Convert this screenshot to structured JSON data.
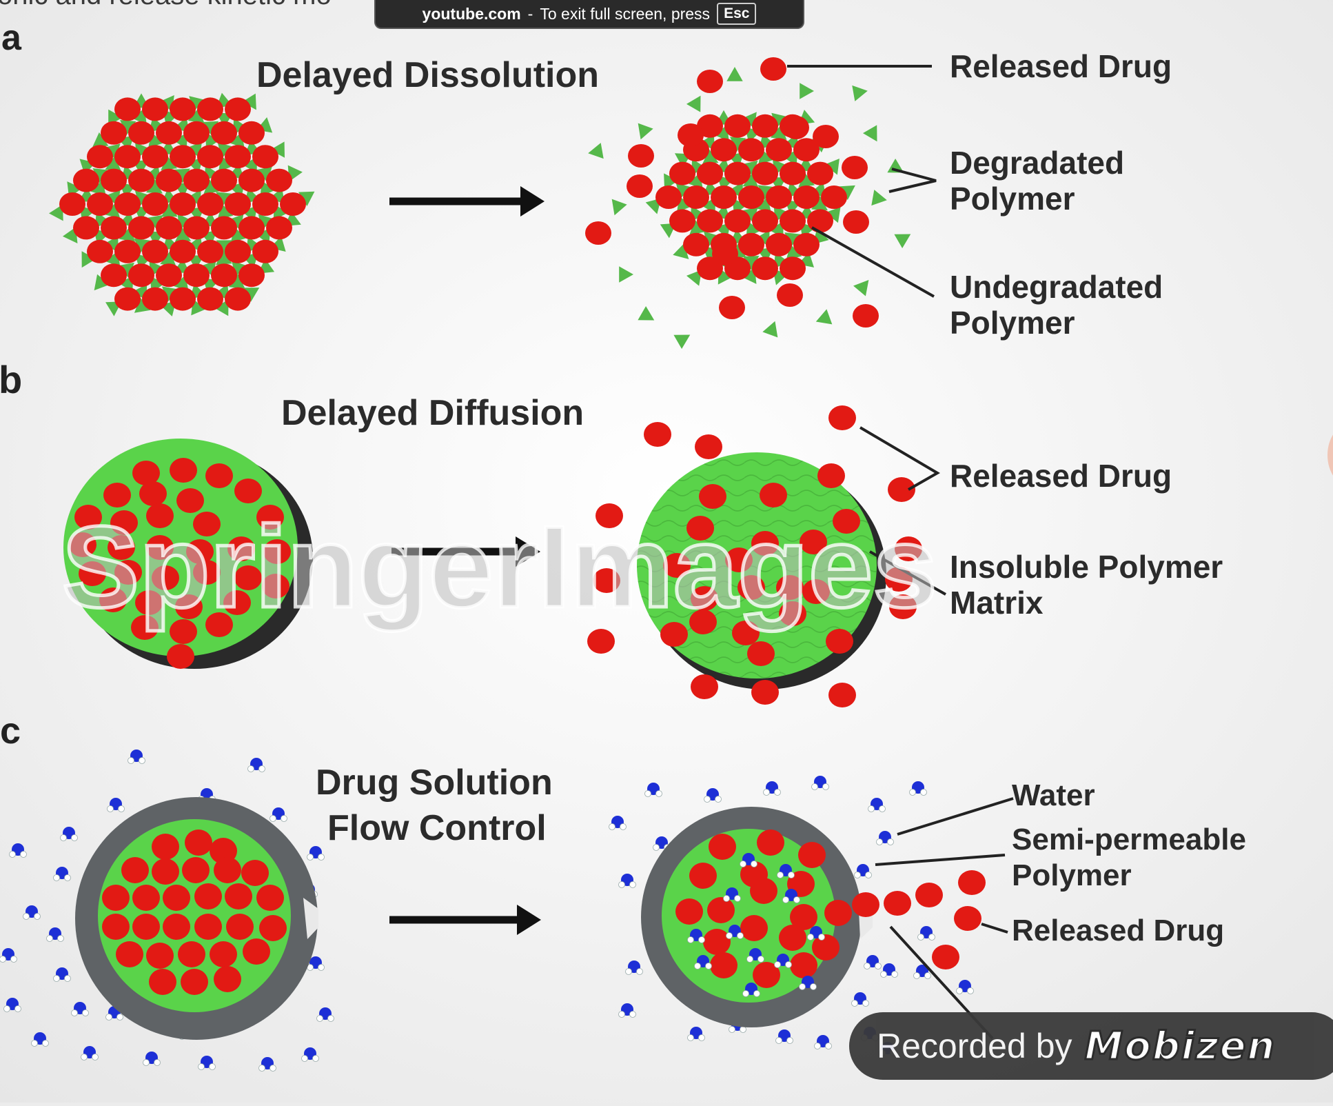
{
  "overlay": {
    "top_cut_text": "onic and release kinetic mo",
    "fullscreen_notice": {
      "site": "youtube.com",
      "separator": "-",
      "message": "To exit full screen, press",
      "key": "Esc"
    },
    "watermark": "SpringerImages",
    "recorder": {
      "prefix": "Recorded by",
      "brand": "Mobizen"
    }
  },
  "panels": {
    "a": {
      "letter": "a",
      "title": "Delayed Dissolution",
      "labels": [
        "Released Drug",
        "Degradated Polymer",
        "Undegradated Polymer"
      ]
    },
    "b": {
      "letter": "b",
      "title": "Delayed Diffusion",
      "labels": [
        "Released Drug",
        "Insoluble Polymer Matrix"
      ]
    },
    "c": {
      "letter": "c",
      "title_line1": "Drug Solution",
      "title_line2": "Flow Control",
      "labels": [
        "Water",
        "Semi-permeable Polymer",
        "Released Drug"
      ]
    }
  },
  "colors": {
    "drug": "#e21a14",
    "polymer_green": "#5ad34a",
    "triangle_green": "#55b84a",
    "membrane_gray": "#5f6366",
    "water_blue": "#1d2fd6",
    "text": "#2b2b2b"
  }
}
